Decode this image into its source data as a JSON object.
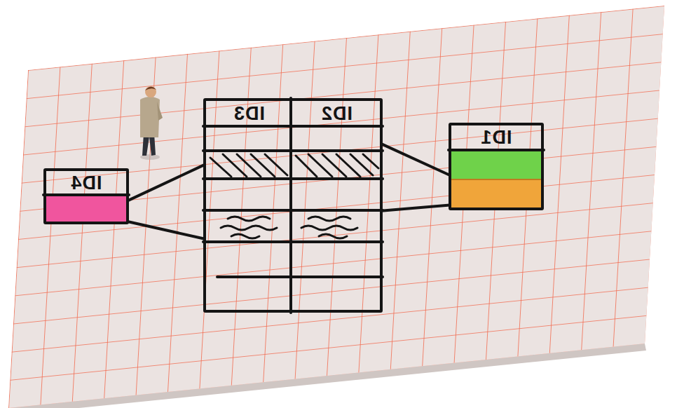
{
  "diagram": {
    "nodes": [
      {
        "text": [
          "ID4"
        ]
      },
      {
        "text": [
          "ID3",
          "ID2"
        ]
      },
      {
        "text": [
          "ID1"
        ]
      }
    ],
    "edges": [
      {
        "from": 0,
        "to": 1,
        "arrow": "none"
      },
      {
        "from": 0,
        "to": 1,
        "arrow": "none"
      },
      {
        "from": 1,
        "to": 2,
        "arrow": "none"
      },
      {
        "from": 1,
        "to": 2,
        "arrow": "none"
      }
    ]
  }
}
